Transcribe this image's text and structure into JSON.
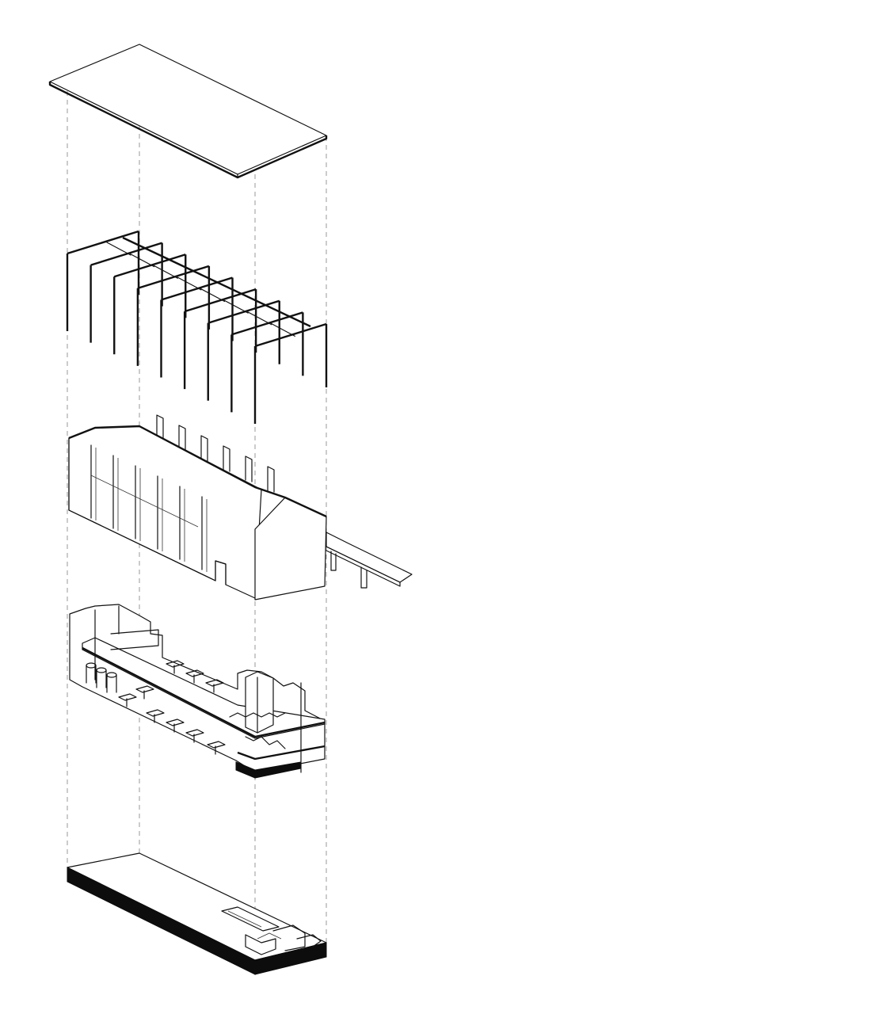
{
  "diagram": {
    "style": "exploded axonometric",
    "colors": {
      "line": "#111111",
      "guide": "#9a9a9a",
      "fill": "#ffffff",
      "solid": "#0d0d0d"
    },
    "layers": [
      {
        "id": "roof-slab",
        "icon": "roof-plate"
      },
      {
        "id": "portal-frames",
        "icon": "steel-frame",
        "frame_count": 9
      },
      {
        "id": "building-shell",
        "icon": "facade-shell"
      },
      {
        "id": "interior-floors",
        "icon": "interior-program"
      },
      {
        "id": "ground-slab",
        "icon": "foundation-slab"
      }
    ]
  }
}
